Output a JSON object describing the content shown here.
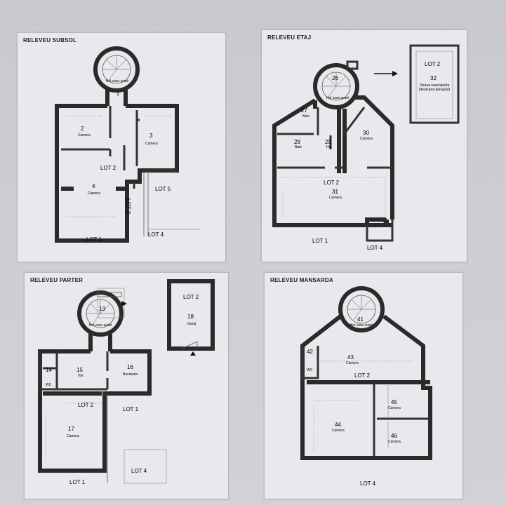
{
  "panels": {
    "subsol": {
      "title": "RELEVEU SUBSOL",
      "rooms": [
        {
          "num": "1",
          "name": "Hol casa scarii"
        },
        {
          "num": "2",
          "name": "Camera"
        },
        {
          "num": "3",
          "name": "Camera"
        },
        {
          "num": "4",
          "name": "Camera"
        }
      ],
      "lots": [
        "LOT 2",
        "LOT 3",
        "LOT 5",
        "LOT 1",
        "LOT 4"
      ]
    },
    "etaj": {
      "title": "RELEVEU ETAJ",
      "rooms": [
        {
          "num": "26",
          "name": "Hol casa scarii"
        },
        {
          "num": "27",
          "name": "Baie"
        },
        {
          "num": "28",
          "name": "Baie"
        },
        {
          "num": "29",
          "name": "Hol"
        },
        {
          "num": "30",
          "name": "Camera"
        },
        {
          "num": "31",
          "name": "Camera"
        },
        {
          "num": "32",
          "name": "Terasa neacoperita (deasupra garajului)"
        }
      ],
      "lots": [
        "LOT 2",
        "LOT 2",
        "LOT 1",
        "LOT 4"
      ]
    },
    "parter": {
      "title": "RELEVEU PARTER",
      "rooms": [
        {
          "num": "13",
          "name": "Hol casa scarii"
        },
        {
          "num": "14",
          "name": "WC"
        },
        {
          "num": "15",
          "name": "Hol"
        },
        {
          "num": "16",
          "name": "Bucatarie"
        },
        {
          "num": "17",
          "name": "Camera"
        },
        {
          "num": "18",
          "name": "Garaj"
        }
      ],
      "lots": [
        "LOT 2",
        "LOT 2",
        "LOT 1",
        "LOT 4",
        "LOT 1"
      ]
    },
    "mansarda": {
      "title": "RELEVEU MANSARDA",
      "rooms": [
        {
          "num": "41",
          "name": "Hol casa scarii"
        },
        {
          "num": "42",
          "name": "WC"
        },
        {
          "num": "43",
          "name": "Camera"
        },
        {
          "num": "44",
          "name": "Camera"
        },
        {
          "num": "45",
          "name": "Camera"
        },
        {
          "num": "46",
          "name": "Camera"
        }
      ],
      "lots": [
        "LOT 2",
        "LOT 4"
      ]
    }
  }
}
